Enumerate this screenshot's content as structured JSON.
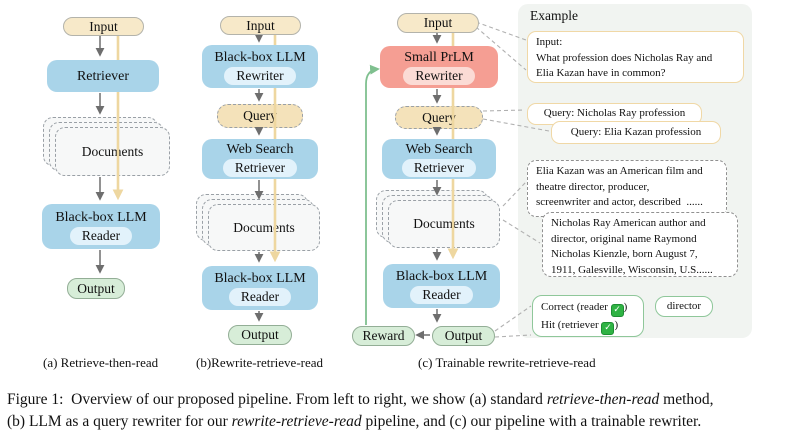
{
  "pipeline_a": {
    "caption": "(a) Retrieve-then-read",
    "input": "Input",
    "retriever": "Retriever",
    "documents": "Documents",
    "reader_title": "Black-box LLM",
    "reader_pill": "Reader",
    "output": "Output"
  },
  "pipeline_b": {
    "caption": "(b)Rewrite-retrieve-read",
    "input": "Input",
    "rewriter_title": "Black-box LLM",
    "rewriter_pill": "Rewriter",
    "query": "Query",
    "retriever_title": "Web Search",
    "retriever_pill": "Retriever",
    "documents": "Documents",
    "reader_title": "Black-box LLM",
    "reader_pill": "Reader",
    "output": "Output"
  },
  "pipeline_c": {
    "caption": "(c) Trainable rewrite-retrieve-read",
    "input": "Input",
    "rewriter_title": "Small PrLM",
    "rewriter_pill": "Rewriter",
    "query": "Query",
    "retriever_title": "Web Search",
    "retriever_pill": "Retriever",
    "documents": "Documents",
    "reader_title": "Black-box LLM",
    "reader_pill": "Reader",
    "output": "Output",
    "reward": "Reward"
  },
  "example": {
    "title": "Example",
    "input_box": {
      "lines": [
        "Input:",
        "What profession does Nicholas Ray and",
        "Elia Kazan have in common?"
      ]
    },
    "query_box_1": "Query: Nicholas Ray profession",
    "query_box_2": "Query: Elia Kazan profession",
    "doc_box_1": {
      "lines": [
        "Elia Kazan was an American film and",
        "theatre director, producer,",
        "screenwriter and actor, described  ......"
      ]
    },
    "doc_box_2": {
      "lines": [
        "Nicholas Ray American author and",
        "director, original name Raymond",
        "Nicholas Kienzle, born August 7,",
        "1911, Galesville, Wisconsin, U.S......"
      ]
    },
    "feedback_box": {
      "line1_pre": "Correct (reader ",
      "line1_post": ")",
      "line2_pre": "Hit (retriever ",
      "line2_post": ")",
      "check_icon": "✓"
    },
    "director_box": "director"
  },
  "figure_caption": {
    "line1": {
      "t1": "Figure 1:  Overview of our proposed pipeline. From left to right, we show (a) standard ",
      "i": "retrieve-then-read",
      "t2": " method,"
    },
    "line2": {
      "t1": "(b) LLM as a query rewriter for our ",
      "i": "rewrite-retrieve-read",
      "t2": " pipeline, and (c) our pipeline with a trainable rewriter."
    }
  },
  "colors": {
    "blue_node": "#a9d4e9",
    "blue_node_inner": "#e2f2fb",
    "salmon_node": "#f59e93",
    "salmon_node_inner": "#fbdbd5",
    "tan_pill": "#f7e9c9",
    "query_pill": "#f4e2ba",
    "green_pill": "#d7edd8",
    "docs_fill": "#f7f8f8",
    "panel_bg": "#f1f4f1",
    "example_tan_border": "#f0d8a6",
    "example_green_border": "#8fc79a",
    "arrow_gray": "#6e6e6e",
    "arrow_tan": "#eed7a0",
    "arrow_green": "#7fc08f",
    "check_green": "#2fb344"
  }
}
